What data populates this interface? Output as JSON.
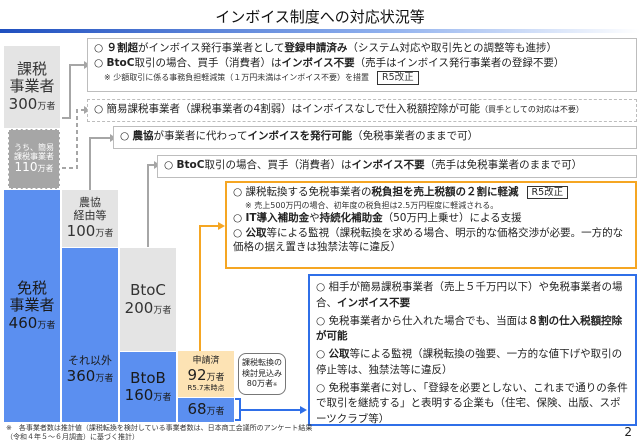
{
  "title": "インボイス制度への対応状況等",
  "page_number": "2",
  "columns": {
    "taxable": {
      "label1": "課税",
      "label2": "事業者",
      "num": "300",
      "unit": "万者"
    },
    "simplified": {
      "label1": "うち、簡易",
      "label2": "課税事業者",
      "num": "110",
      "unit": "万者"
    },
    "exempt": {
      "label1": "免税",
      "label2": "事業者",
      "num": "460",
      "unit": "万者"
    },
    "nokyo": {
      "label1": "農協",
      "label2": "経由等",
      "num": "100",
      "unit": "万者"
    },
    "other": {
      "label1": "それ以外",
      "num": "360",
      "unit": "万者"
    },
    "btoc": {
      "label1": "BtoC",
      "num": "200",
      "unit": "万者"
    },
    "btob": {
      "label1": "BtoB",
      "num": "160",
      "unit": "万者"
    },
    "applied": {
      "label1": "申請済",
      "num": "92",
      "unit": "万者",
      "note": "R5.7末時点"
    },
    "remaining": {
      "num": "68",
      "unit": "万者"
    },
    "considering": {
      "line1": "課税転換の",
      "line2": "検討見込み",
      "line3": "80万者",
      "mark": "※"
    }
  },
  "box1": {
    "l1a": "○ ",
    "l1b": "９割超",
    "l1c": "がインボイス発行事業者として",
    "l1d": "登録申請済み",
    "l1e": "（システム対応や取引先との調整等も進捗）",
    "l2a": "○ ",
    "l2b": "BtoC",
    "l2c": "取引の場合、買手（消費者）は",
    "l2d": "インボイス不要",
    "l2e": "（売手はインボイス発行事業者の登録不要）",
    "note": "※ 少額取引に係る事務負担軽減策（１万円未満はインボイス不要）を措置",
    "badge": "R5改正"
  },
  "box2": {
    "a": "○ 簡易課税事業者（課税事業者の4割弱）はインボイスなしで仕入税額控除が可能",
    "b": "（買手としての対応は不要）"
  },
  "box3": {
    "a": "○ ",
    "b": "農協",
    "c": "が事業者に代わって",
    "d": "インボイスを発行可能",
    "e": "（免税事業者のままで可）"
  },
  "box4": {
    "a": "○ ",
    "b": "BtoC",
    "c": "取引の場合、買手（消費者）は",
    "d": "インボイス不要",
    "e": "（売手は免税事業者のままで可）"
  },
  "orange": {
    "i1a": "○ 課税転換する免税事業者の",
    "i1b": "税負担を売上税額の２割に軽減",
    "badge": "R5改正",
    "note": "※ 売上500万円の場合、初年度の税負担は2.5万円程度に軽減される。",
    "i2a": "○ ",
    "i2b": "IT導入補助金",
    "i2c": "や",
    "i2d": "持続化補助金",
    "i2e": "（50万円上乗せ）による支援",
    "i3a": "○ ",
    "i3b": "公取",
    "i3c": "等による監視（課税転換を求める場合、明示的な価格交渉が必要。一方的な価格の据え置きは独禁法等に違反）"
  },
  "blue": {
    "i1a": "○ 相手が簡易課税事業者（売上５千万円以下）や免税事業者の場合、",
    "i1b": "インボイス不要",
    "i2a": "○ 免税事業者から仕入れた場合でも、当面は",
    "i2b": "８割の仕入税額控除が可能",
    "i3a": "○ ",
    "i3b": "公取",
    "i3c": "等による監視（課税転換の強要、一方的な値下げや取引の停止等は、独禁法等に違反）",
    "i4": "○ 免税事業者に対し、「登録を必要としない、これまで通りの条件で取引を継続する」と表明する企業も（住宅、保険、出版、スポーツクラブ等）"
  },
  "footnote": {
    "l1": "※　各事業者数は推計値（課税転換を検討している事業者数は、日本商工会議所のアンケート結果",
    "l2": "（令和４年５～６月調査）に基づく推計）"
  },
  "colors": {
    "blue": "#5b8ff0",
    "grey": "#e4e4e4",
    "orange": "#f5a623",
    "applied": "#fde3b4",
    "blue_border": "#2f6fe8"
  }
}
